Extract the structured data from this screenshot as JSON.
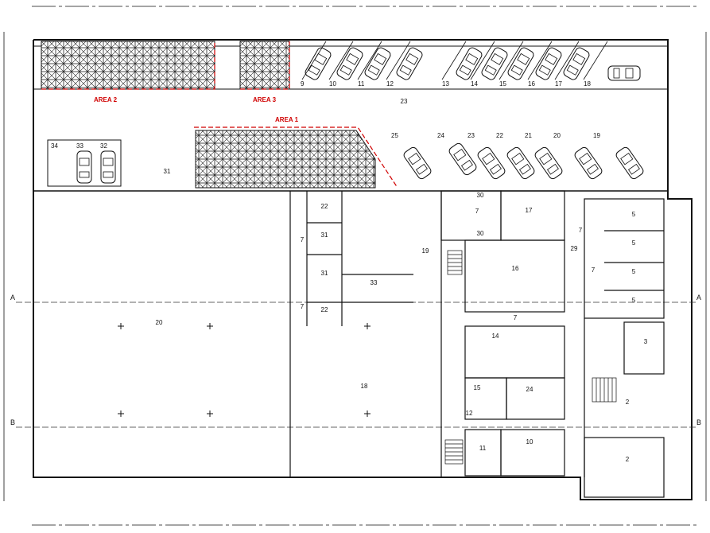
{
  "colors": {
    "line": "#111111",
    "area_marker": "#d00000",
    "rack": "#222222",
    "background": "#ffffff"
  },
  "axis_markers": {
    "a": "A",
    "b": "B"
  },
  "areas": {
    "area1": "AREA 1",
    "area2": "AREA 2",
    "area3": "AREA 3"
  },
  "parking_top": [
    "9",
    "10",
    "11",
    "12",
    "13",
    "14",
    "15",
    "16",
    "17",
    "18"
  ],
  "parking_mid": [
    "25",
    "24",
    "23",
    "22",
    "21",
    "20",
    "19"
  ],
  "parking_left": [
    "34",
    "33",
    "32"
  ],
  "rooms": {
    "r20": "20",
    "r18": "18",
    "r19": "19",
    "r16": "16",
    "r17": "17",
    "r10": "10",
    "r11": "11",
    "r15": "15",
    "r24": "24",
    "r14": "14",
    "r29": "29",
    "r33": "33",
    "r31a": "31",
    "r31b": "31",
    "r22a": "22",
    "r22b": "22",
    "r23": "23",
    "r30a": "30",
    "r30b": "30",
    "r7a": "7",
    "r7b": "7",
    "r7c": "7",
    "r7d": "7",
    "r7e": "7",
    "r7f": "7",
    "r5a": "5",
    "r5b": "5",
    "r5c": "5",
    "r5d": "5",
    "r3": "3",
    "r2a": "2",
    "r2b": "2",
    "r12": "12",
    "r31c": "31"
  }
}
